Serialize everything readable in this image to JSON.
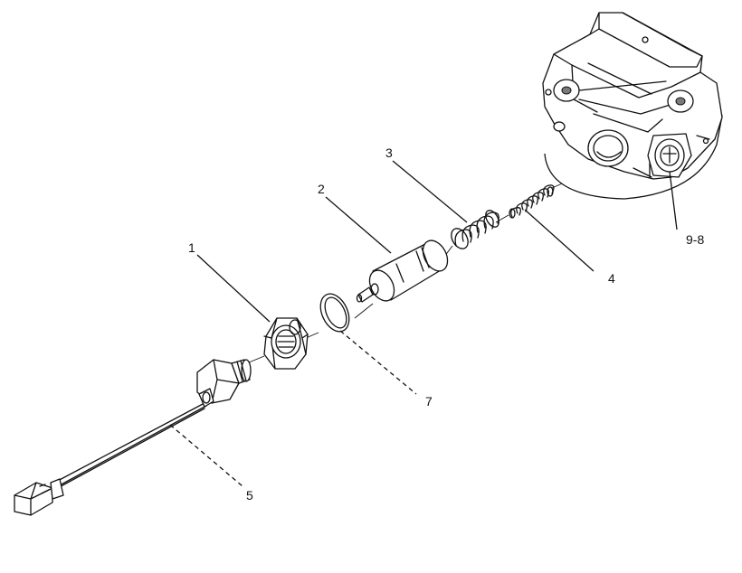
{
  "callouts": [
    {
      "id": "1",
      "label": "1"
    },
    {
      "id": "2",
      "label": "2"
    },
    {
      "id": "3",
      "label": "3"
    },
    {
      "id": "4",
      "label": "4"
    },
    {
      "id": "5",
      "label": "5"
    },
    {
      "id": "7",
      "label": "7"
    },
    {
      "id": "9-8",
      "label": "9-8"
    }
  ]
}
